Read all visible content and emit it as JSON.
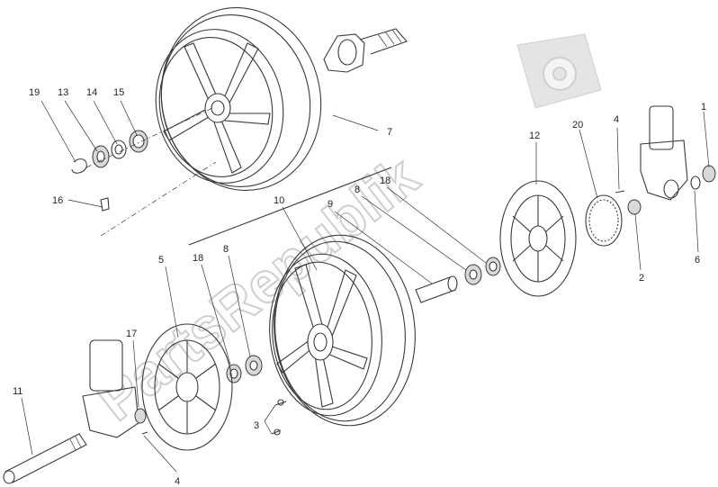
{
  "watermark": {
    "text": "PartsRepublik"
  },
  "callouts": [
    {
      "id": "c19",
      "text": "19"
    },
    {
      "id": "c13",
      "text": "13"
    },
    {
      "id": "c14",
      "text": "14"
    },
    {
      "id": "c15",
      "text": "15"
    },
    {
      "id": "c16",
      "text": "16"
    },
    {
      "id": "c7",
      "text": "7"
    },
    {
      "id": "c10",
      "text": "10"
    },
    {
      "id": "c9",
      "text": "9"
    },
    {
      "id": "c8a",
      "text": "8"
    },
    {
      "id": "c18a",
      "text": "18"
    },
    {
      "id": "c12",
      "text": "12"
    },
    {
      "id": "c20",
      "text": "20"
    },
    {
      "id": "c4a",
      "text": "4"
    },
    {
      "id": "c1",
      "text": "1"
    },
    {
      "id": "c2",
      "text": "2"
    },
    {
      "id": "c6",
      "text": "6"
    },
    {
      "id": "c5",
      "text": "5"
    },
    {
      "id": "c18b",
      "text": "18"
    },
    {
      "id": "c8b",
      "text": "8"
    },
    {
      "id": "c17",
      "text": "17"
    },
    {
      "id": "c11",
      "text": "11"
    },
    {
      "id": "c3",
      "text": "3"
    },
    {
      "id": "c4b",
      "text": "4"
    }
  ]
}
